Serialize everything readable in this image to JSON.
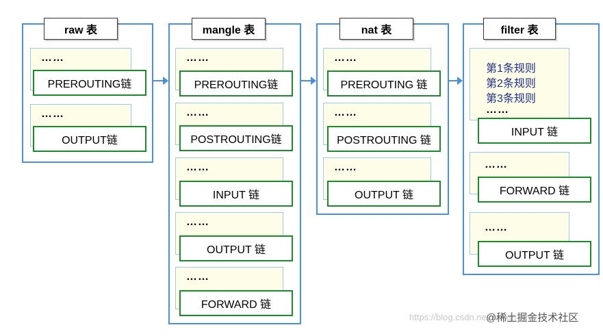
{
  "tables": [
    {
      "title": "raw 表",
      "chains": [
        {
          "dots": "……",
          "label": "PREROUTING链"
        },
        {
          "dots": "……",
          "label": "OUTPUT链"
        }
      ]
    },
    {
      "title": "mangle 表",
      "chains": [
        {
          "dots": "……",
          "label": "PREROUTING链"
        },
        {
          "dots": "……",
          "label": "POSTROUTING链"
        },
        {
          "dots": "……",
          "label": "INPUT 链"
        },
        {
          "dots": "……",
          "label": "OUTPUT 链"
        },
        {
          "dots": "……",
          "label": "FORWARD 链"
        }
      ]
    },
    {
      "title": "nat 表",
      "chains": [
        {
          "dots": "……",
          "label": "PREROUTING 链"
        },
        {
          "dots": "……",
          "label": "POSTROUTING 链"
        },
        {
          "dots": "……",
          "label": "OUTPUT 链"
        }
      ]
    },
    {
      "title": "filter 表",
      "chains": [
        {
          "rules": [
            "第1条规则",
            "第2条规则",
            "第3条规则"
          ],
          "dots": "……",
          "label": "INPUT 链"
        },
        {
          "dots": "……",
          "label": "FORWARD 链"
        },
        {
          "dots": "……",
          "label": "OUTPUT 链"
        }
      ]
    }
  ],
  "watermark": {
    "url": "https://blog.csdn.net/weixin_4",
    "brand": "@稀土掘金技术社区"
  },
  "colors": {
    "table_border": "#4a90d9",
    "chain_border": "#1a8a2a",
    "rules_bg": "#fdfde8",
    "rule_text": "#1f2f8f"
  }
}
